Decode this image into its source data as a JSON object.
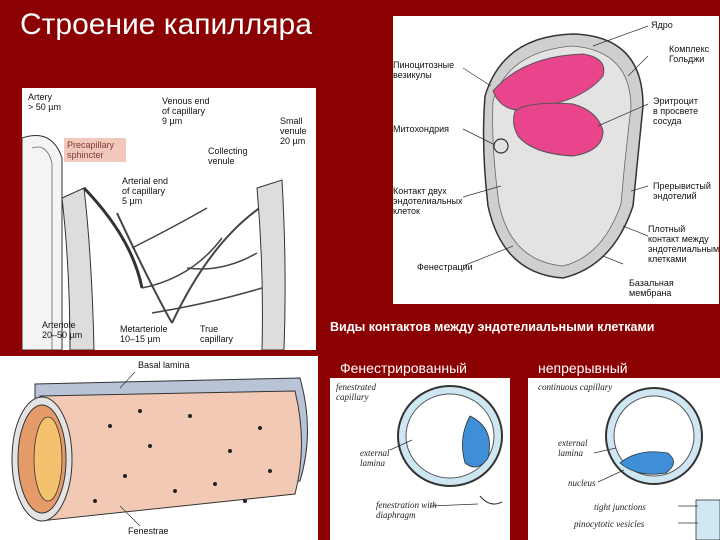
{
  "slide": {
    "title": "Строение капилляра"
  },
  "network_diagram": {
    "labels": {
      "artery": "Artery\n> 50 µm",
      "precapillary": "Precapillary\nsphincter",
      "venous_end": "Venous end\nof capillary\n9 µm",
      "small_venule": "Small\nvenule\n20 µm",
      "collecting_venule": "Collecting\nvenule",
      "arterial_end": "Arterial end\nof capillary\n5 µm",
      "arteriole": "Arteriole\n20–50 µm",
      "metarteriole": "Metarteriole\n10–15 µm",
      "true_capillary": "True\ncapillary"
    }
  },
  "cross_section": {
    "labels": {
      "nucleus": "Ядро",
      "golgi": "Комплекс\nГольджи",
      "pinocytotic": "Пиноцитозные\nвезикулы",
      "erythrocyte": "Эритроцит\nв просвете\nсосуда",
      "mitochondria": "Митохондрия",
      "contact": "Контакт двух\nэндотелиальных\nклеток",
      "continuous_endothelium": "Прерывистый\nэндотелий",
      "tight_contact": "Плотный\nконтакт между\nэндотелиальными\nклетками",
      "fenestrations": "Фенестрации",
      "basal_membrane": "Базальная\nмембрана"
    }
  },
  "tube_diagram": {
    "labels": {
      "basal_lamina": "Basal lamina",
      "fenestrae": "Fenestrae"
    }
  },
  "contacts": {
    "caption": "Виды контактов между эндотелиальными клетками",
    "fenestrated": {
      "title": "Фенестрированный",
      "labels": {
        "name": "fenestrated\ncapillary",
        "external_lamina": "external\nlamina",
        "fenestration": "fenestration with\ndiaphragm"
      }
    },
    "continuous": {
      "title": "непрерывный",
      "labels": {
        "name": "continuous capillary",
        "external_lamina": "external\nlamina",
        "nucleus": "nucleus",
        "tight_junctions": "tight junctions",
        "pinocytotic_vesicles": "pinocytotic vesicles"
      }
    }
  }
}
